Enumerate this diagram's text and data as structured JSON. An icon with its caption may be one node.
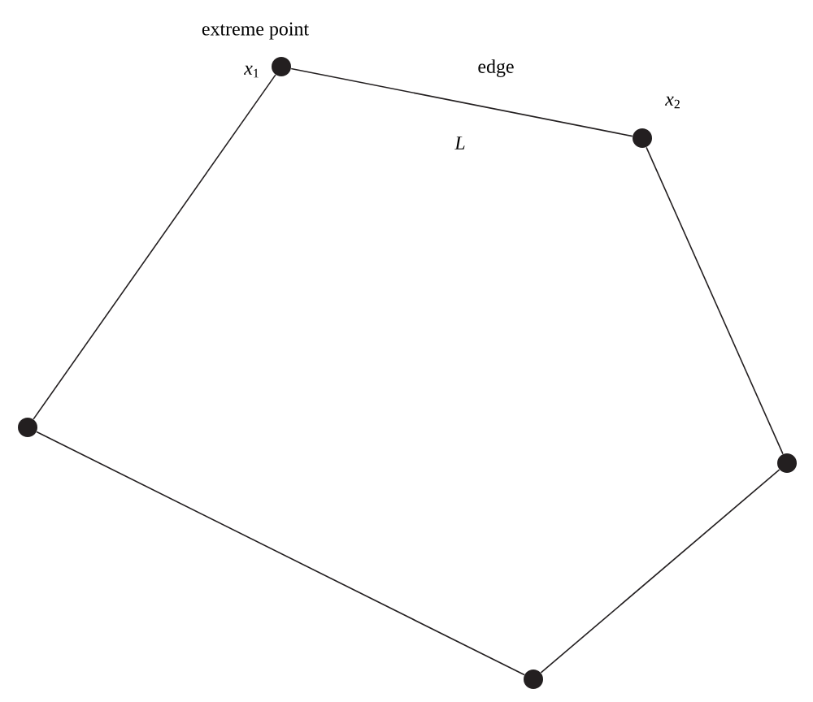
{
  "diagram": {
    "nodes": [
      {
        "text": [],
        "shape": "circle",
        "beside": [
          "extreme point",
          "*x*$_{1}$"
        ]
      },
      {
        "text": [],
        "shape": "circle",
        "beside": [
          "*x*$_{2}$"
        ]
      },
      {
        "text": [],
        "shape": "circle"
      },
      {
        "text": [],
        "shape": "circle"
      },
      {
        "text": [],
        "shape": "circle"
      }
    ],
    "edges": [
      {
        "from": 0,
        "to": 1,
        "arrow": "none",
        "label": "edge"
      },
      {
        "from": 1,
        "to": 3,
        "arrow": "none"
      },
      {
        "from": 3,
        "to": 4,
        "arrow": "none"
      },
      {
        "from": 4,
        "to": 2,
        "arrow": "none"
      },
      {
        "from": 2,
        "to": 0,
        "arrow": "none"
      }
    ],
    "labels": [
      "*L*"
    ]
  }
}
